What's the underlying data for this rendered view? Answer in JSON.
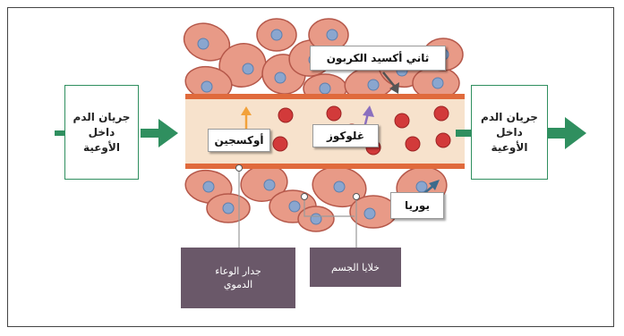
{
  "labels": {
    "flow_left": [
      "جريان الدم",
      "داخل",
      "الأوعية"
    ],
    "flow_right": [
      "جريان الدم",
      "داخل",
      "الأوعية"
    ],
    "co2": "ثاني أكسيد الكربون",
    "oxygen": "أوكسجين",
    "glucose": "غلوكوز",
    "urea": "يوريا",
    "vessel_wall": [
      "جدار الوعاء",
      "الدموي"
    ],
    "body_cells": "خلايا الجسم"
  },
  "colors": {
    "cell_fill": "#e89a87",
    "cell_stroke": "#b5584a",
    "nucleus": "#8aa6cf",
    "vessel_wall": "#e06a3c",
    "plasma": "#f7e2cc",
    "rbc": "#d23a3a",
    "flow_arrow": "#2f8f5f",
    "callout": "#6a5869"
  }
}
